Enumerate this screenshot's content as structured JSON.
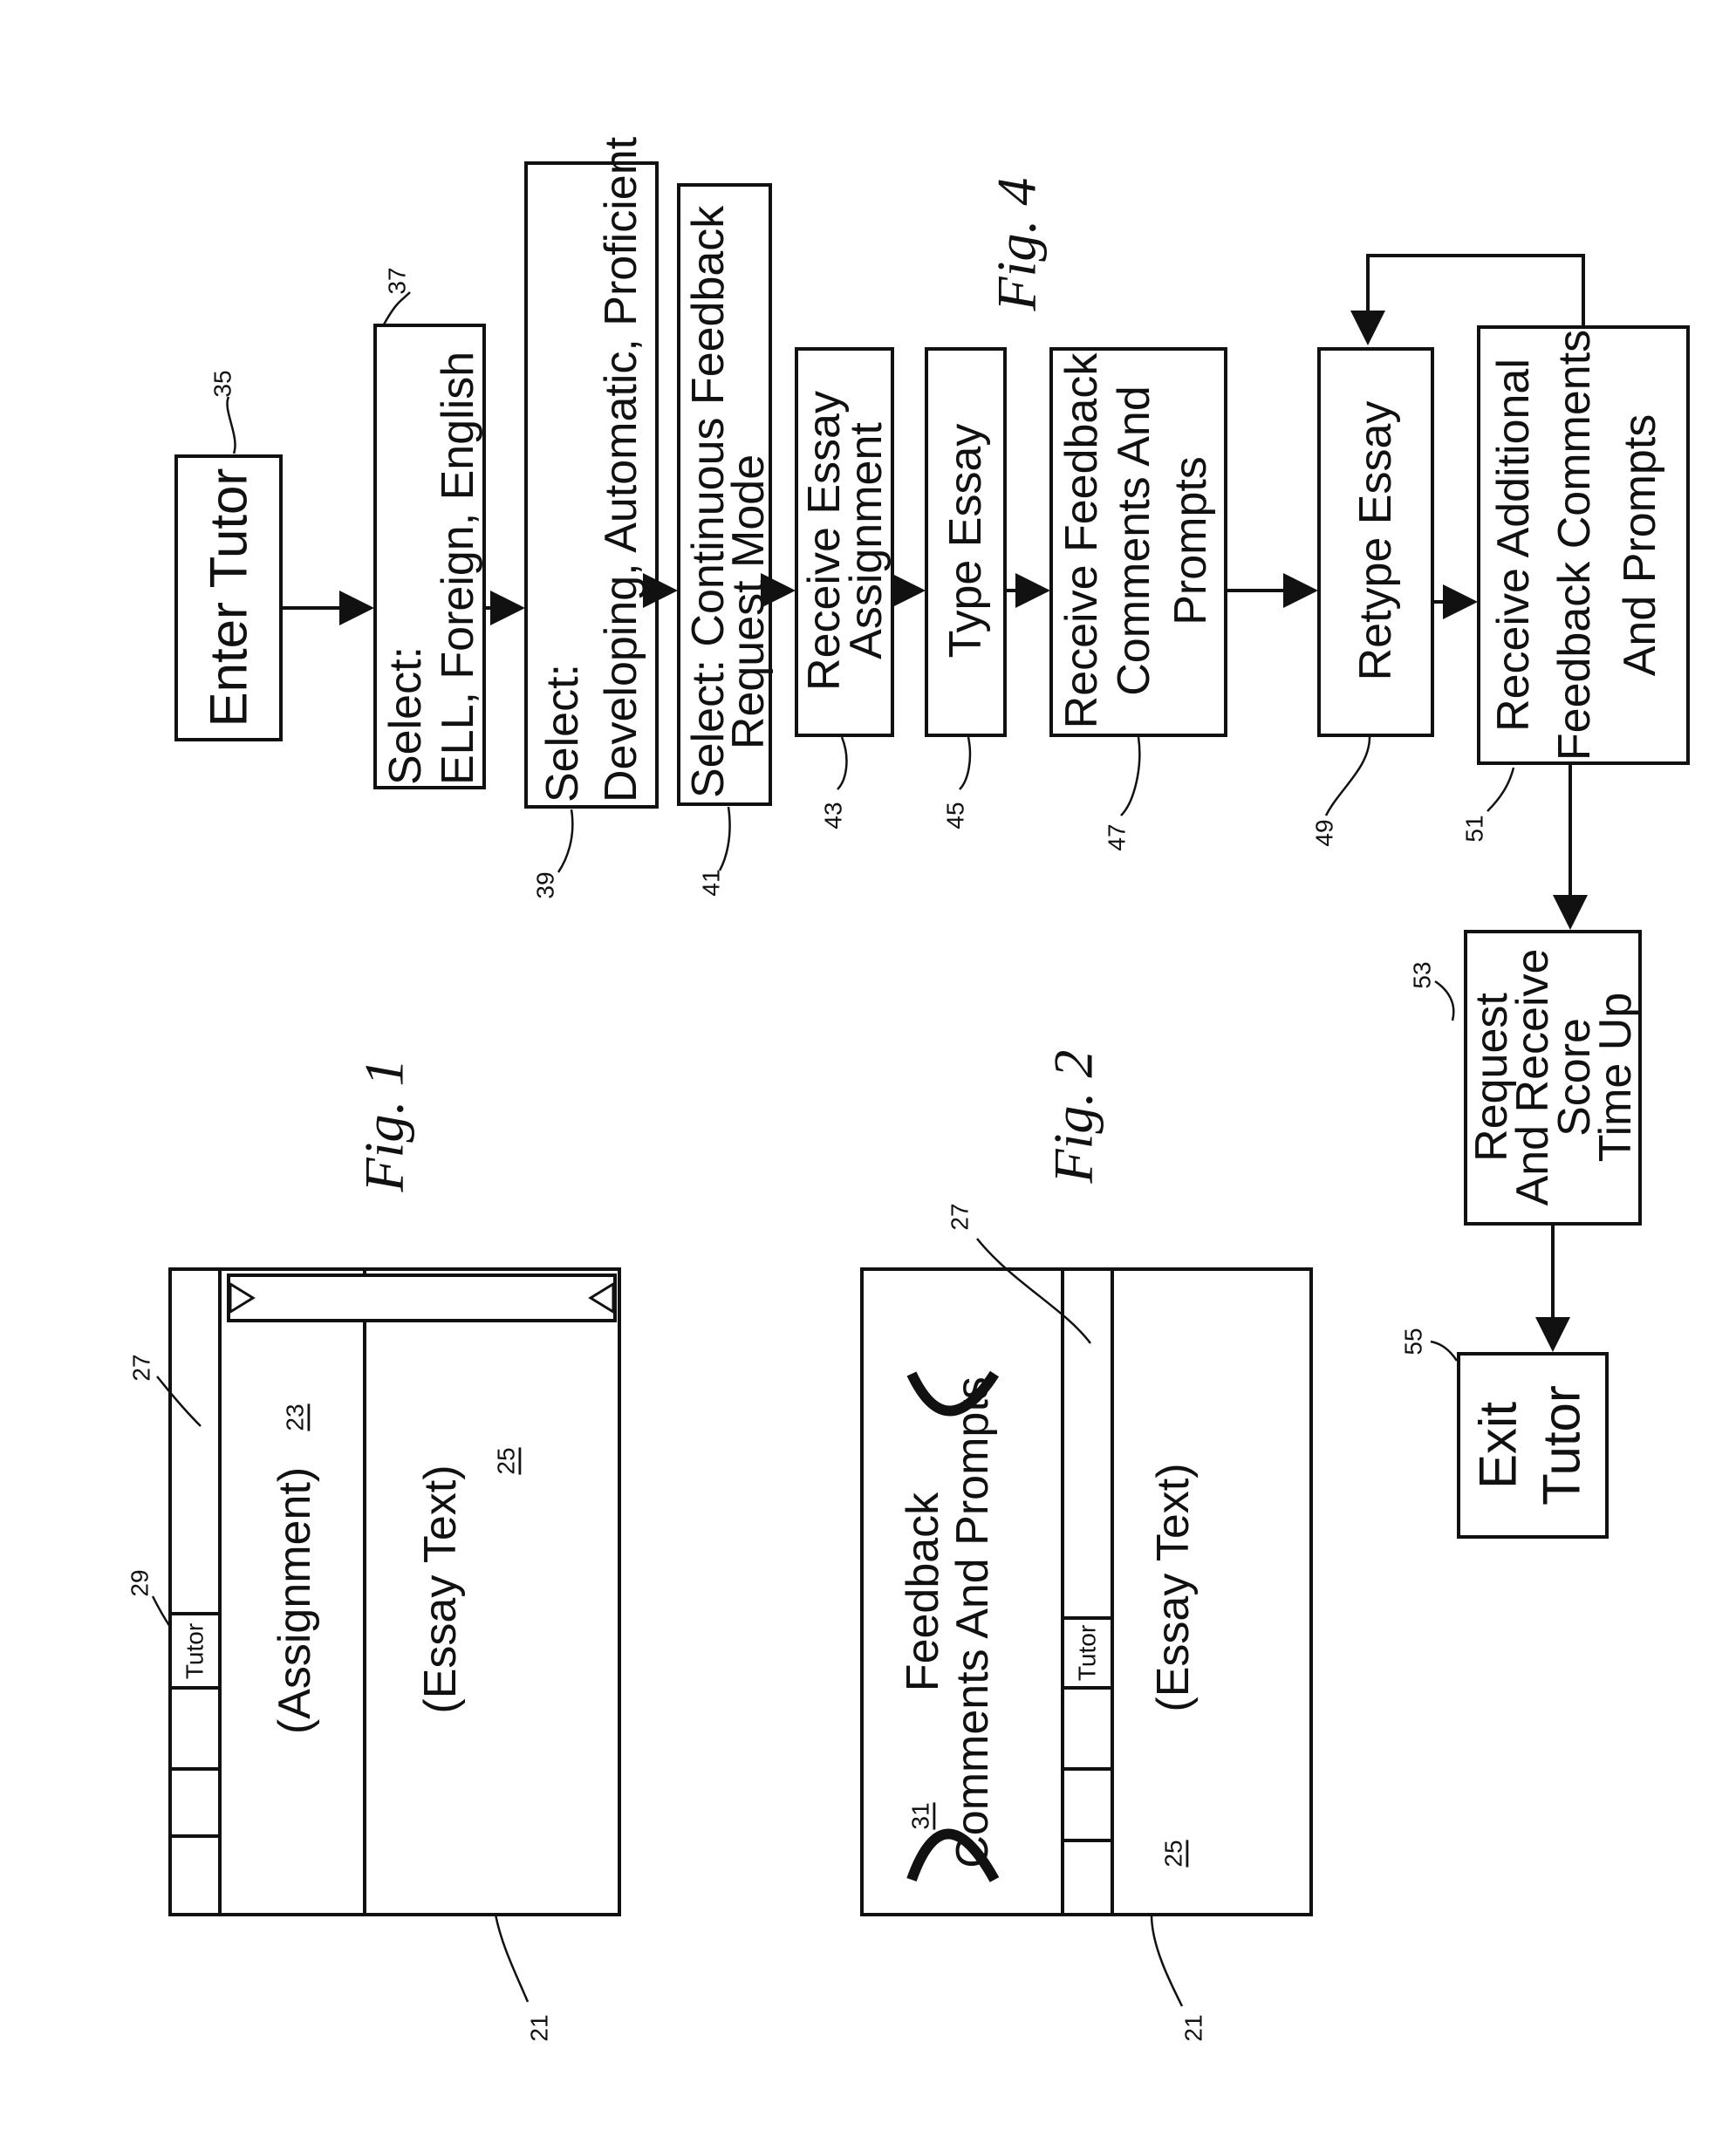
{
  "flowchart": {
    "figure_label": "Fig. 4",
    "steps": [
      {
        "ref": "35",
        "lines": [
          "Enter Tutor"
        ]
      },
      {
        "ref": "37",
        "lines": [
          "Select:",
          "ELL, Foreign, English"
        ]
      },
      {
        "ref": "39",
        "lines": [
          "Select:",
          "Developing, Automatic, Proficient"
        ]
      },
      {
        "ref": "41",
        "lines": [
          "Select: Continuous Feedback",
          "Request Mode"
        ]
      },
      {
        "ref": "43",
        "lines": [
          "Receive Essay",
          "Assignment"
        ]
      },
      {
        "ref": "45",
        "lines": [
          "Type Essay"
        ]
      },
      {
        "ref": "47",
        "lines": [
          "Receive Feedback",
          "Comments And",
          "Prompts"
        ]
      },
      {
        "ref": "49",
        "lines": [
          "Retype Essay"
        ]
      },
      {
        "ref": "51",
        "lines": [
          "Receive Additional",
          "Feedback Comments",
          "And Prompts"
        ]
      },
      {
        "ref": "53",
        "lines": [
          "Request",
          "And Receive",
          "Score",
          "Time Up"
        ]
      },
      {
        "ref": "55",
        "lines": [
          "Exit",
          "Tutor"
        ]
      }
    ]
  },
  "fig1": {
    "figure_label": "Fig. 1",
    "ref_window": "21",
    "ref_toolbar": "27",
    "ref_tutor_button": "29",
    "tutor_button_label": "Tutor",
    "assignment_label": "(Assignment)",
    "ref_assignment": "23",
    "essay_label": "(Essay Text)",
    "ref_essay": "25"
  },
  "fig2": {
    "figure_label": "Fig. 2",
    "ref_window": "21",
    "ref_toolbar": "27",
    "tutor_button_label": "Tutor",
    "feedback_line1": "Feedback",
    "feedback_line2": "Comments And Prompts",
    "ref_feedback": "31",
    "essay_label": "(Essay Text)",
    "ref_essay": "25"
  }
}
